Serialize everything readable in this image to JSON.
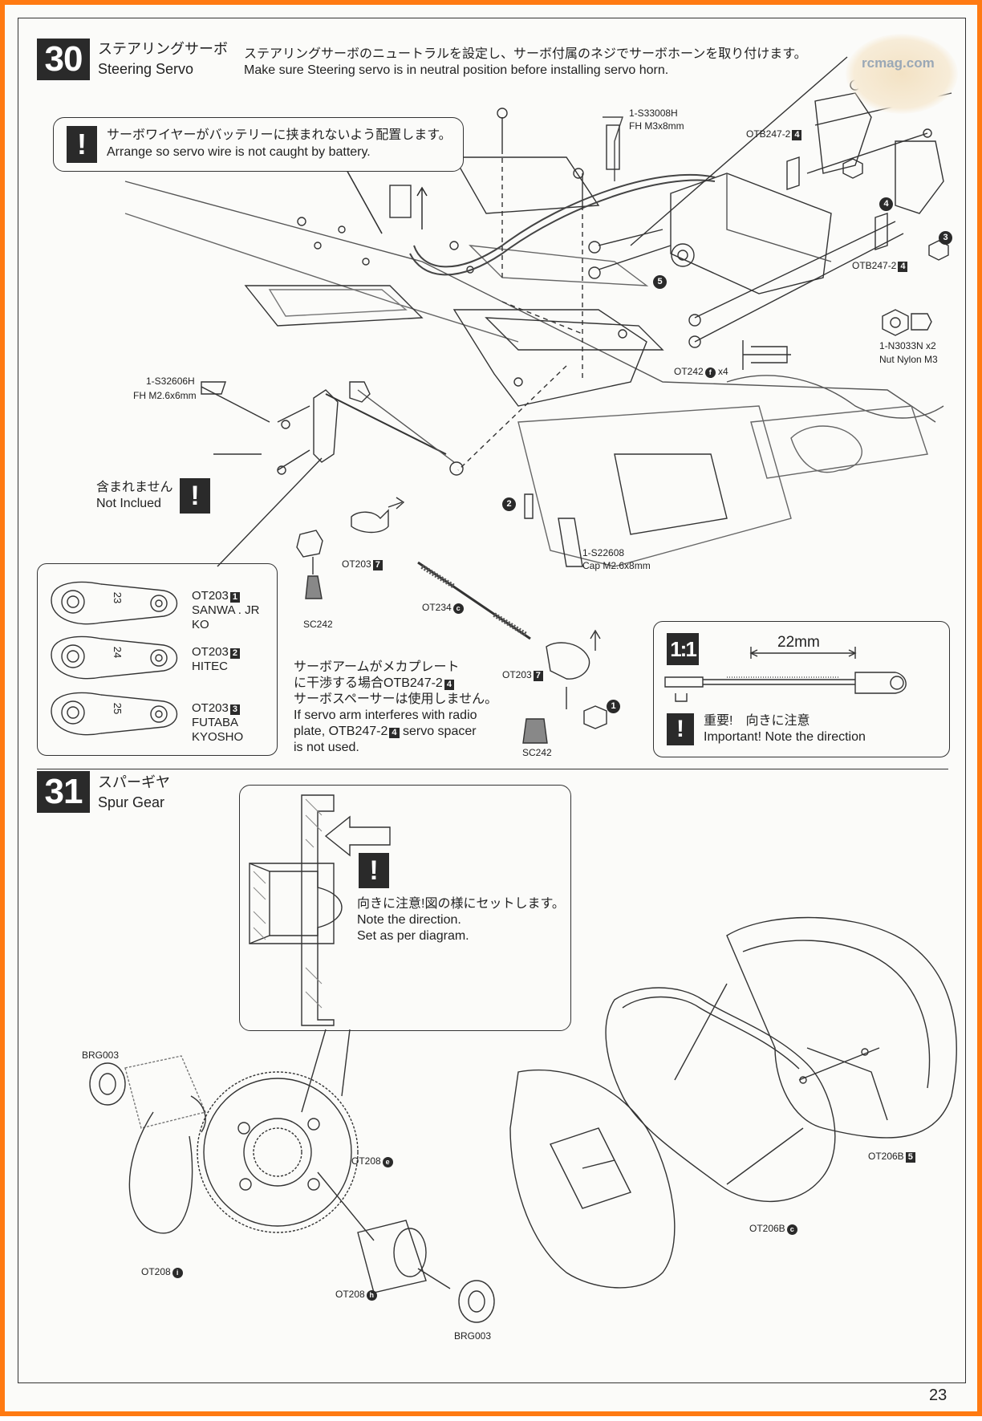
{
  "step30": {
    "number": "30",
    "title_jp": "ステアリングサーボ",
    "title_en": "Steering Servo",
    "desc_jp": "ステアリングサーボのニュートラルを設定し、サーボ付属のネジでサーボホーンを取り付けます。",
    "desc_en": "Make sure Steering servo is in neutral position before installing servo horn.",
    "warning1_jp": "サーボワイヤーがバッテリーに挟まれないよう配置します。",
    "warning1_en": "Arrange so servo wire is not caught by battery.",
    "not_included_jp": "含まれません",
    "not_included_en": "Not Inclued",
    "parts": {
      "s33008h": "1-S33008H",
      "s33008h_desc": "FH M3x8mm",
      "otb247_top": "OTB247-2",
      "otb247_right": "OTB247-2",
      "box4": "4",
      "n3033n": "1-N3033N",
      "n3033n_qty": "x2",
      "n3033n_desc": "Nut Nylon M3",
      "ot242": "OT242",
      "ot242_circle": "f",
      "ot242_qty": "x4",
      "s32606h": "1-S32606H",
      "s32606h_desc": "FH M2.6x6mm",
      "s22608": "1-S22608",
      "s22608_desc": "Cap M2.6x8mm",
      "ot203_7": "OT203",
      "box7": "7",
      "sc242": "SC242",
      "ot234": "OT234",
      "ot234_circle": "c",
      "step1": "1",
      "step2": "2",
      "step3": "3",
      "step4": "4",
      "step5": "5"
    },
    "horns": [
      {
        "part": "OT203",
        "box": "1",
        "brand1": "SANWA . JR",
        "brand2": "KO",
        "num": "23"
      },
      {
        "part": "OT203",
        "box": "2",
        "brand1": "HITEC",
        "brand2": "",
        "num": "24"
      },
      {
        "part": "OT203",
        "box": "3",
        "brand1": "FUTABA",
        "brand2": "KYOSHO",
        "num": "25"
      }
    ],
    "note_jp1": "サーボアームがメカプレート",
    "note_jp2a": "に干渉する場合OTB247-2",
    "note_jp2_box": "4",
    "note_jp3": "サーボスペーサーは使用しません。",
    "note_en1": "If servo arm interferes with radio",
    "note_en2a": "plate, OTB247-2",
    "note_en2_box": "4",
    "note_en2b": "servo spacer",
    "note_en3": "is not used.",
    "scale": "1:1",
    "length": "22mm",
    "important_jp": "重要!　向きに注意",
    "important_en": "Important! Note the direction"
  },
  "step31": {
    "number": "31",
    "title_jp": "スパーギヤ",
    "title_en": "Spur Gear",
    "note_jp": "向きに注意!図の様にセットします。",
    "note_en1": "Note the direction.",
    "note_en2": "Set as per diagram.",
    "parts": {
      "brg_top": "BRG003",
      "brg_bottom": "BRG003",
      "ot208e": "OT208",
      "ot208e_circle": "e",
      "ot208i": "OT208",
      "ot208i_circle": "i",
      "ot208h": "OT208",
      "ot208h_circle": "h",
      "ot206b5": "OT206B",
      "box5": "5",
      "ot206bc": "OT206B",
      "ot206bc_circle": "c"
    }
  },
  "watermark": "rcmag.com",
  "page_number": "23"
}
